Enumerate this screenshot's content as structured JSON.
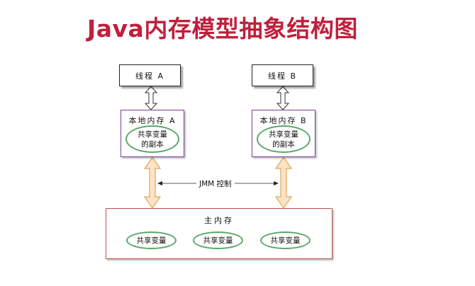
{
  "title": "Java内存模型抽象结构图",
  "thread_a": "线程 A",
  "thread_b": "线程 B",
  "local_a": "本地内存 A",
  "local_b": "本地内存 B",
  "copy_a": [
    "共享变量",
    "的副本"
  ],
  "copy_b": [
    "共享变量",
    "的副本"
  ],
  "jmm_label": "JMM 控制",
  "main_memory": "主内存",
  "shared_vars": [
    "共享变量",
    "共享变量",
    "共享变量"
  ],
  "colors": {
    "title": "#c0203c",
    "local_border": "#7a3d97",
    "ellipse_border": "#58a86a",
    "main_border": "#b85450",
    "arrow_fill": "#fbe3c7",
    "arrow_stroke": "#e2a55a"
  }
}
